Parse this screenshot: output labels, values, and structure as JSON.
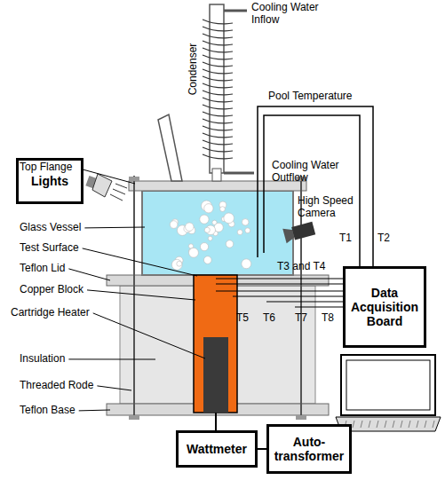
{
  "diagram": {
    "nodes": [
      {
        "text": [
          "Lights"
        ]
      },
      {
        "text": [
          "Data Acquisition Board"
        ]
      },
      {
        "text": [
          "Wattmeter"
        ]
      },
      {
        "text": [
          "Auto- transformer"
        ]
      }
    ],
    "edges": [
      {
        "from": 2,
        "to": 3,
        "arrow": "none"
      }
    ],
    "labels": [
      "Condenser",
      "Cooling Water Inflow",
      "Pool Temperature",
      "Cooling Water Outflow",
      "Top Flange",
      "High Speed Camera",
      "Glass Vessel",
      "T1",
      "T2",
      "Test Surface",
      "T3 and T4",
      "Teflon Lid",
      "Copper Block",
      "T5",
      "T6",
      "T7",
      "T8",
      "Cartridge Heater",
      "Insulation",
      "Threaded Rode",
      "Teflon Base"
    ]
  }
}
